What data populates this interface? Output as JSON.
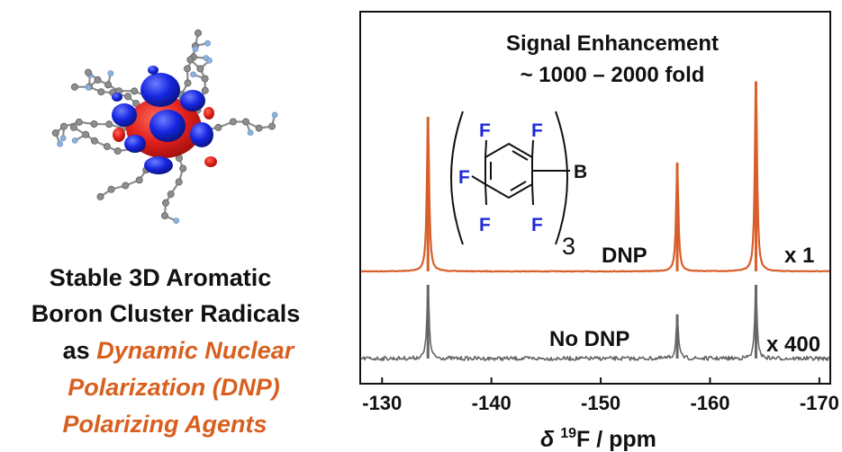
{
  "colors": {
    "dnp_trace": "#d95f2a",
    "nodnp_trace": "#666666",
    "accent_text": "#d95f1e",
    "fluorine": "#1f2bd6",
    "orbital_red": "#e0201c",
    "orbital_blue": "#1626e0",
    "atom_gray": "#8e8e8e",
    "hydrogen": "#8fb3df"
  },
  "left_caption": {
    "line1": "Stable 3D Aromatic",
    "line2": "Boron Cluster Radicals",
    "line3_prefix": "as",
    "line3_italic": "Dynamic Nuclear",
    "line4_italic": "Polarization (DNP)",
    "line5_italic": "Polarizing Agents"
  },
  "molecule_icon": "boron-cluster-radical-3d-model",
  "structure": {
    "fluorine_label": "F",
    "boron_label": "B",
    "subscript": "3"
  },
  "chart_data": {
    "type": "line",
    "title": "Signal Enhancement",
    "subtitle": "~ 1000 – 2000 fold",
    "xlabel_symbol": "δ",
    "xlabel_sup": "19",
    "xlabel_rest": "F / ppm",
    "xlim": [
      -128,
      -171
    ],
    "x_reversed": true,
    "ylabel": "",
    "xticks": [
      -130,
      -140,
      -150,
      -160,
      -170
    ],
    "grid": false,
    "series": [
      {
        "name": "DNP",
        "scale_label": "x 1",
        "color": "#d95f2a",
        "peaks": [
          {
            "shift": -134.2,
            "relative_intensity": 1.0
          },
          {
            "shift": -157.0,
            "relative_intensity": 0.7
          },
          {
            "shift": -164.2,
            "relative_intensity": 1.23
          }
        ]
      },
      {
        "name": "No DNP",
        "scale_label": "x 400",
        "color": "#666666",
        "peaks": [
          {
            "shift": -134.2,
            "relative_intensity": 1.0
          },
          {
            "shift": -157.0,
            "relative_intensity": 0.6
          },
          {
            "shift": -164.2,
            "relative_intensity": 1.0
          }
        ]
      }
    ]
  }
}
